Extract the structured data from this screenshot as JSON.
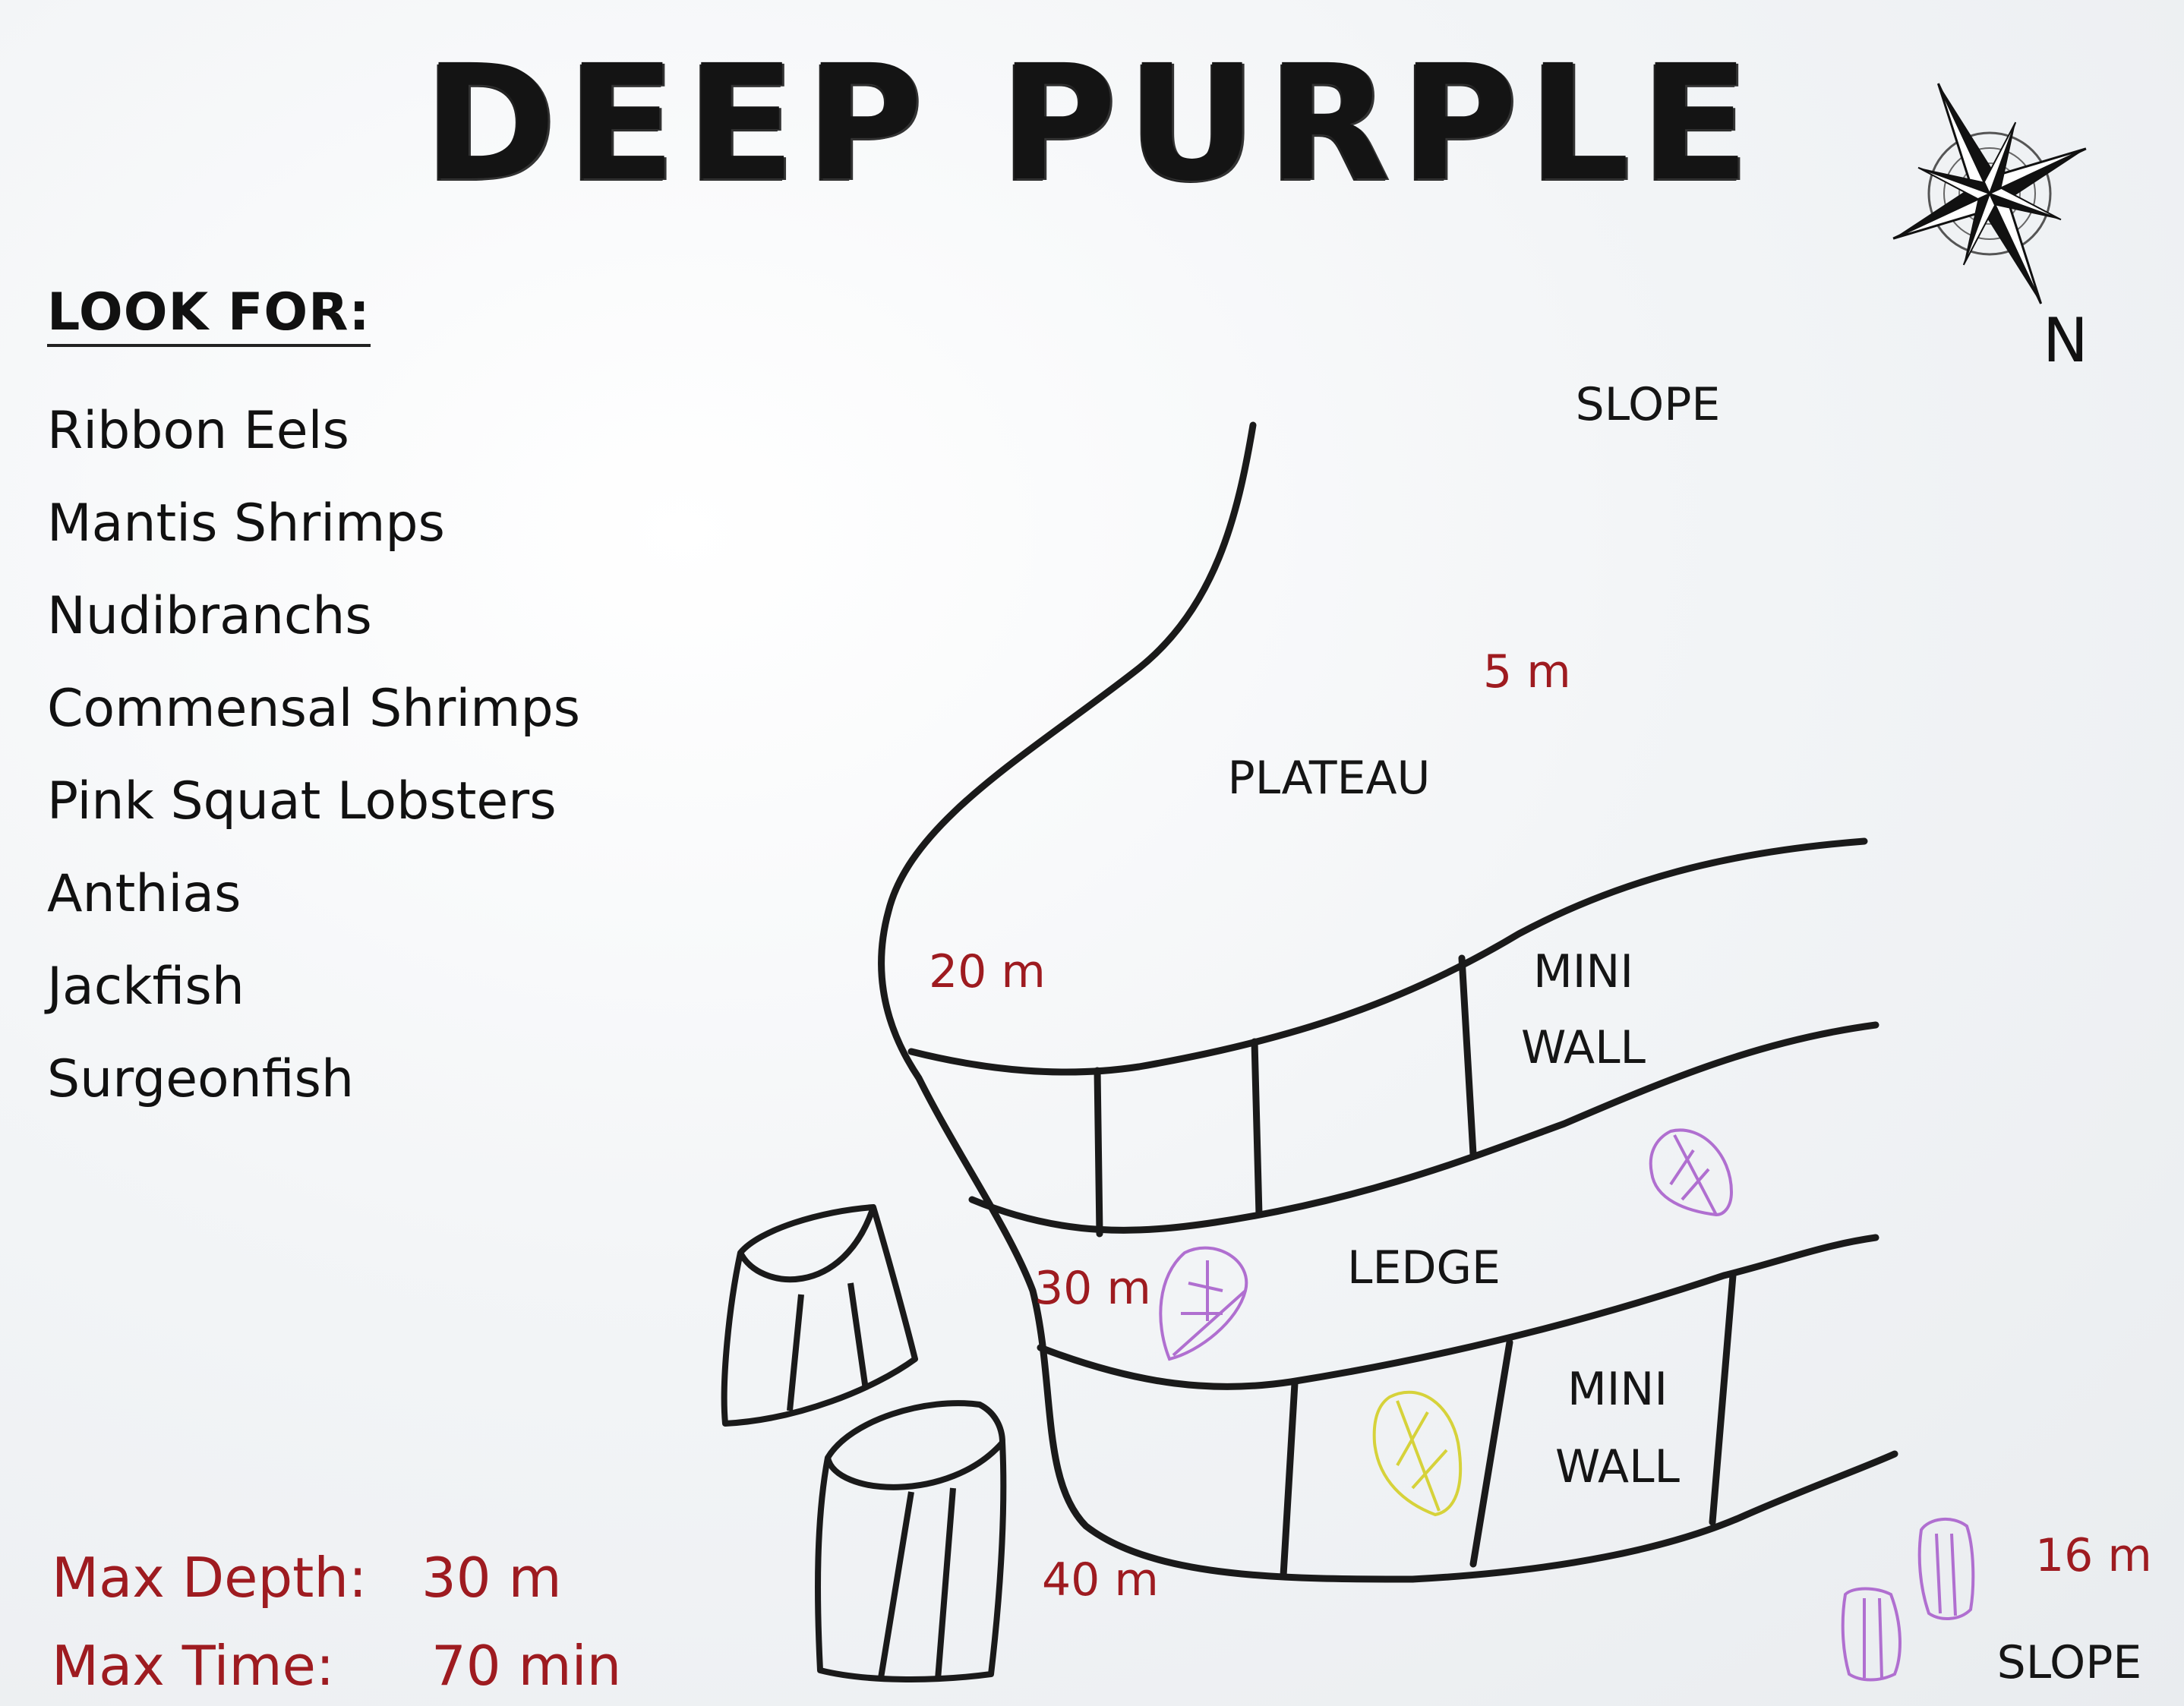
{
  "title": "DEEP PURPLE",
  "look_for": {
    "heading": "LOOK FOR:",
    "items": [
      "Ribbon Eels",
      "Mantis Shrimps",
      "Nudibranchs",
      "Commensal Shrimps",
      "Pink Squat Lobsters",
      "Anthias",
      "Jackfish",
      "Surgeonfish"
    ]
  },
  "stats": {
    "max_depth_label": "Max Depth:",
    "max_depth_value": "30 m",
    "max_time_label": "Max Time:",
    "max_time_value": "70 min"
  },
  "compass": {
    "north_label": "N",
    "icon": "compass-rose-icon"
  },
  "map": {
    "zones": {
      "slope_top": "SLOPE",
      "plateau": "PLATEAU",
      "mini_wall_1_line1": "MINI",
      "mini_wall_1_line2": "WALL",
      "ledge": "LEDGE",
      "mini_wall_2_line1": "MINI",
      "mini_wall_2_line2": "WALL",
      "slope_bottom": "SLOPE"
    },
    "depths": {
      "d5": "5 m",
      "d20": "20 m",
      "d30": "30 m",
      "d40": "40 m",
      "d16": "16 m"
    },
    "colors": {
      "depth_text": "#9e1b20",
      "outline": "#1a1a1a",
      "purple_coral": "#b06fd0",
      "yellow_coral": "#d6d23a"
    }
  }
}
